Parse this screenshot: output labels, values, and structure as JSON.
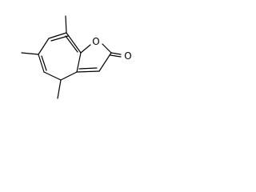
{
  "molecule": {
    "atoms": [
      {
        "id": "ring-oxygen",
        "element": "O",
        "label": "O"
      },
      {
        "id": "carbonyl-oxygen",
        "element": "O",
        "label": "O"
      }
    ],
    "methyl_groups": 3,
    "colors": {
      "bond": "#000000",
      "background": "#ffffff"
    }
  }
}
